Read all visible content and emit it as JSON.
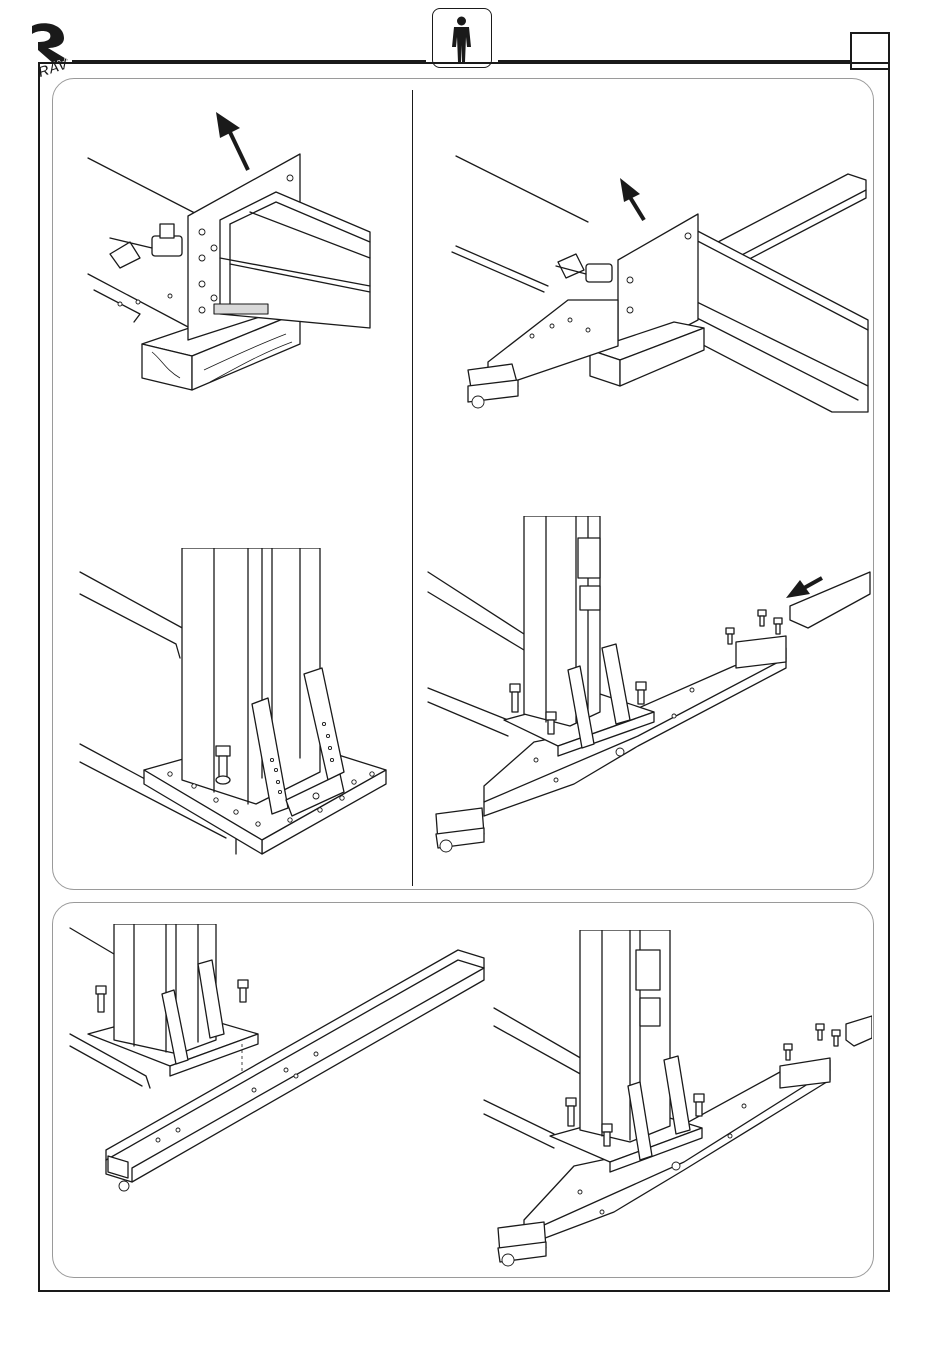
{
  "header": {
    "logo_text": "RAV",
    "operator_icon": "person-icon",
    "page_box_value": ""
  },
  "colors": {
    "ink": "#1a1a1a",
    "panel_border": "#9a9a9a",
    "shade": "#d9d9d9",
    "paper": "#ffffff"
  },
  "figures": [
    {
      "id": "fig-lift-column-up",
      "icon": "arrow-up-icon"
    },
    {
      "id": "fig-lift-column-base-up",
      "icon": "arrow-up-icon"
    },
    {
      "id": "fig-column-on-base-plate"
    },
    {
      "id": "fig-bolt-base-arm",
      "icon": "arrow-insert-icon"
    },
    {
      "id": "fig-column-and-crossbar"
    },
    {
      "id": "fig-assembled-column-base"
    }
  ]
}
